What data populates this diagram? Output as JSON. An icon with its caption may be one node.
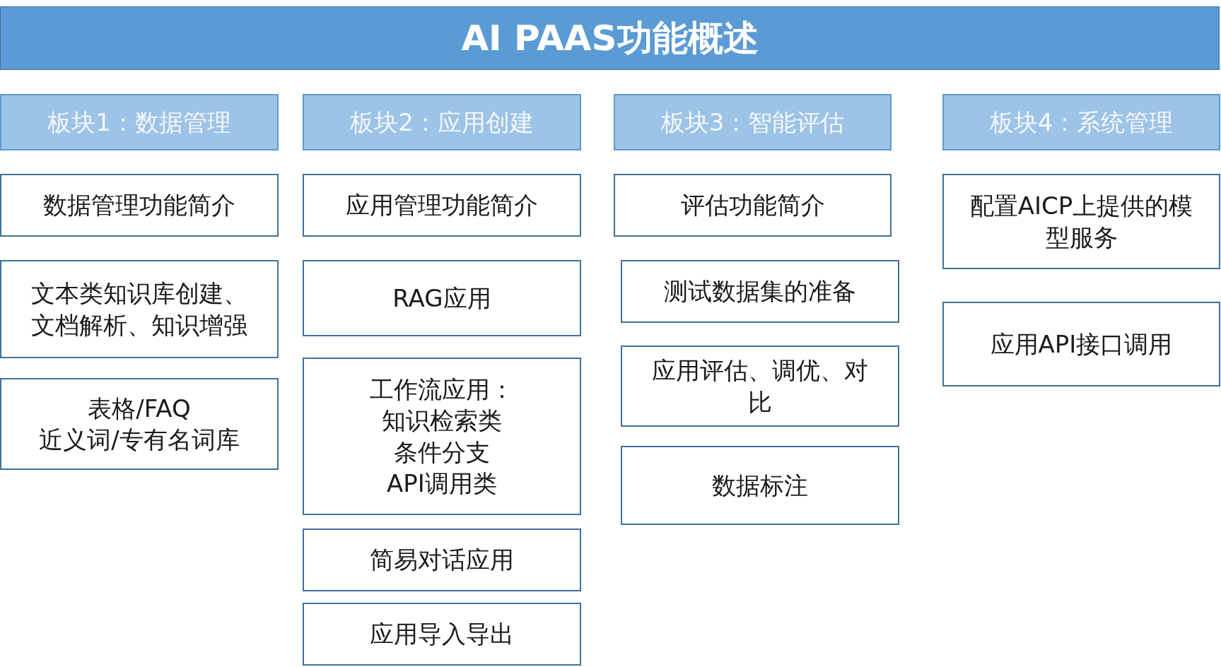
{
  "diagram": {
    "title": "AI PAAS功能概述",
    "nodes": [
      {
        "text": [
          "板块1：数据管理"
        ]
      },
      {
        "text": [
          "数据管理功能简介"
        ]
      },
      {
        "text": [
          "文本类知识库创建、文档解析、知识增强"
        ]
      },
      {
        "text": [
          "表格/FAQ",
          "近义词/专有名词库"
        ]
      },
      {
        "text": [
          "板块2：应用创建"
        ]
      },
      {
        "text": [
          "应用管理功能简介"
        ]
      },
      {
        "text": [
          "RAG应用"
        ]
      },
      {
        "text": [
          "工作流应用：",
          "知识检索类",
          "条件分支",
          "API调用类"
        ]
      },
      {
        "text": [
          "简易对话应用"
        ]
      },
      {
        "text": [
          "应用导入导出"
        ]
      },
      {
        "text": [
          "板块3：智能评估"
        ]
      },
      {
        "text": [
          "评估功能简介"
        ]
      },
      {
        "text": [
          "测试数据集的准备"
        ]
      },
      {
        "text": [
          "应用评估、调优、对比"
        ]
      },
      {
        "text": [
          "数据标注"
        ]
      },
      {
        "text": [
          "板块4：系统管理"
        ]
      },
      {
        "text": [
          "配置AICP上提供的模型服务"
        ]
      },
      {
        "text": [
          "应用API接口调用"
        ]
      }
    ]
  }
}
